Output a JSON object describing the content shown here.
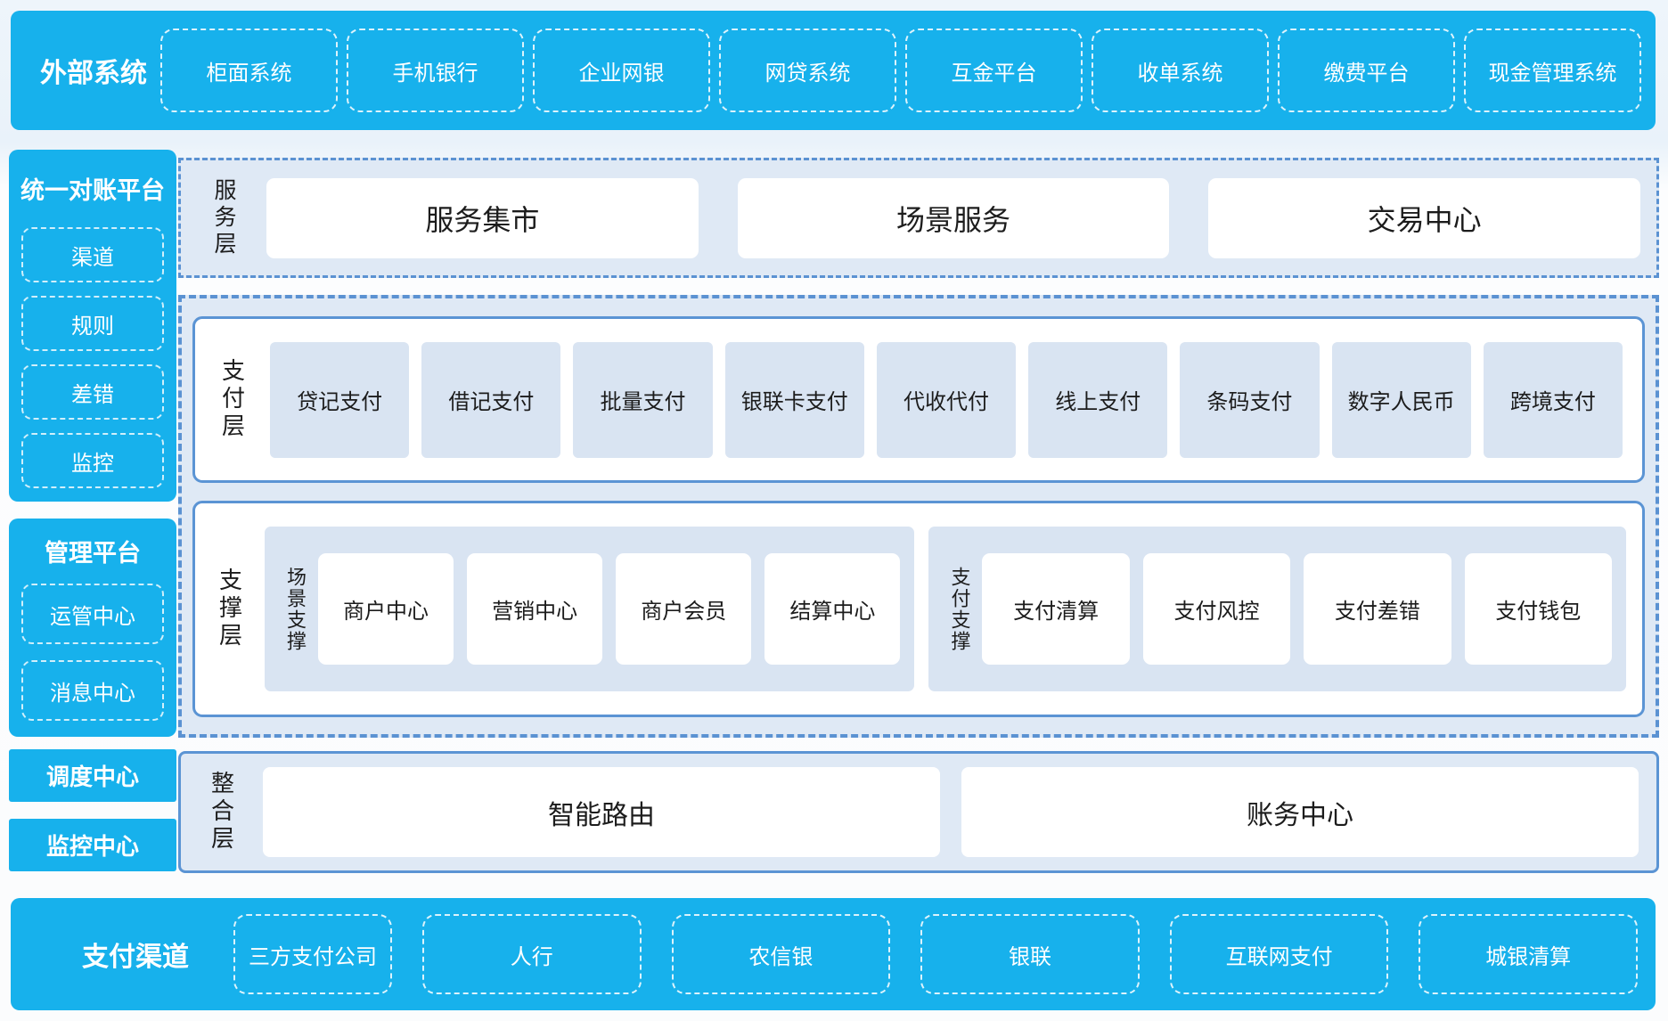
{
  "colors": {
    "accent_blue": "#17b1ec",
    "border_blue": "#5b92d2",
    "panel_bg": "#dfe9f5",
    "box_bg": "#d9e4f2",
    "text_dark": "#1c1c1c",
    "text_on_blue": "#ffffff"
  },
  "top_bar": {
    "title": "外部系统",
    "items": [
      "柜面系统",
      "手机银行",
      "企业网银",
      "网贷系统",
      "互金平台",
      "收单系统",
      "缴费平台",
      "现金管理系统"
    ]
  },
  "sidebar": {
    "recon": {
      "title": "统一对账平台",
      "items": [
        "渠道",
        "规则",
        "差错",
        "监控"
      ]
    },
    "mgmt": {
      "title": "管理平台",
      "items": [
        "运管中心",
        "消息中心"
      ]
    },
    "standalone": [
      "调度中心",
      "监控中心"
    ]
  },
  "layers": {
    "service": {
      "label": "服务层",
      "boxes": [
        "服务集市",
        "场景服务",
        "交易中心"
      ]
    },
    "payment": {
      "label": "支付层",
      "boxes": [
        "贷记支付",
        "借记支付",
        "批量支付",
        "银联卡支付",
        "代收代付",
        "线上支付",
        "条码支付",
        "数字人民币",
        "跨境支付"
      ]
    },
    "support": {
      "label": "支撑层",
      "groups": [
        {
          "label": "场景支撑",
          "boxes": [
            "商户中心",
            "营销中心",
            "商户会员",
            "结算中心"
          ]
        },
        {
          "label": "支付支撑",
          "boxes": [
            "支付清算",
            "支付风控",
            "支付差错",
            "支付钱包"
          ]
        }
      ]
    },
    "integration": {
      "label": "整合层",
      "boxes": [
        "智能路由",
        "账务中心"
      ]
    }
  },
  "bottom_bar": {
    "title": "支付渠道",
    "items": [
      "三方支付公司",
      "人行",
      "农信银",
      "银联",
      "互联网支付",
      "城银清算"
    ]
  }
}
